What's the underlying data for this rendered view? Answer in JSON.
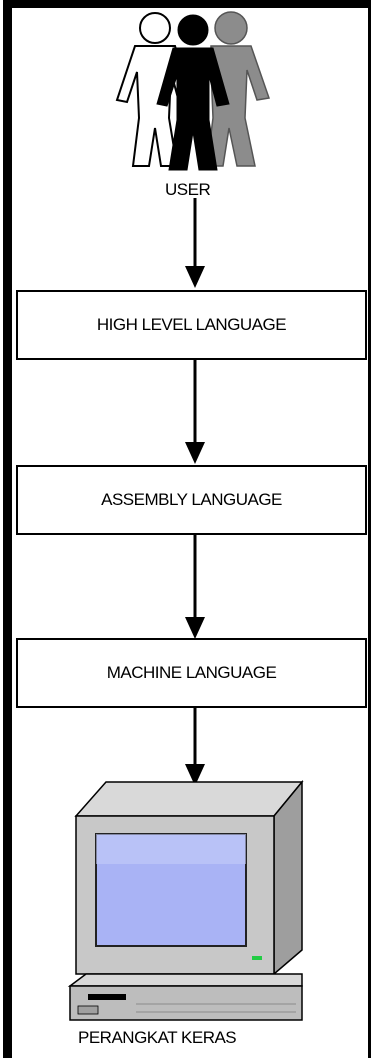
{
  "diagram": {
    "top_label": "USER",
    "layers": [
      "HIGH LEVEL LANGUAGE",
      "ASSEMBLY LANGUAGE",
      "MACHINE LANGUAGE"
    ],
    "bottom_label": "PERANGKAT KERAS"
  },
  "colors": {
    "line": "#000000",
    "box_border": "#000000",
    "user_front": "#000000",
    "user_back": "#8c8c8c",
    "user_outline": "#ffffff",
    "computer_body": "#bdbdbd",
    "screen": "#a9b3f5",
    "power_led": "#22cc44"
  }
}
